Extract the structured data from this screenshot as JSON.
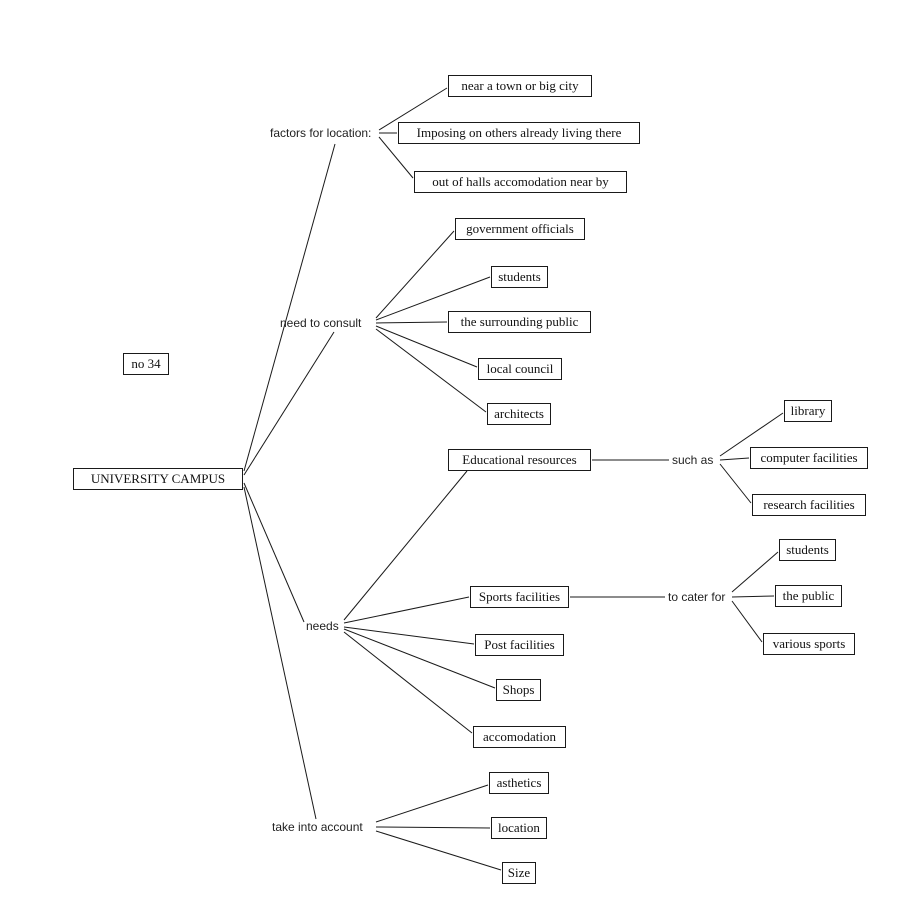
{
  "note": {
    "label": "no 34"
  },
  "root": {
    "label": "UNIVERSITY CAMPUS"
  },
  "branches": [
    {
      "label": "factors for location:",
      "children": [
        {
          "label": "near a town or big city"
        },
        {
          "label": "Imposing on others already living there"
        },
        {
          "label": "out of halls accomodation near by"
        }
      ]
    },
    {
      "label": "need to consult",
      "children": [
        {
          "label": "government officials"
        },
        {
          "label": "students"
        },
        {
          "label": "the surrounding public"
        },
        {
          "label": "local council"
        },
        {
          "label": "architects"
        }
      ]
    },
    {
      "label": "needs",
      "children": [
        {
          "label": "Educational resources",
          "link": "such as",
          "children": [
            {
              "label": "library"
            },
            {
              "label": "computer facilities"
            },
            {
              "label": "research facilities"
            }
          ]
        },
        {
          "label": "Sports facilities",
          "link": "to cater for",
          "children": [
            {
              "label": "students"
            },
            {
              "label": "the public"
            },
            {
              "label": "various sports"
            }
          ]
        },
        {
          "label": "Post facilities"
        },
        {
          "label": "Shops"
        },
        {
          "label": "accomodation"
        }
      ]
    },
    {
      "label": "take into account",
      "children": [
        {
          "label": "asthetics"
        },
        {
          "label": "location"
        },
        {
          "label": "Size"
        }
      ]
    }
  ]
}
